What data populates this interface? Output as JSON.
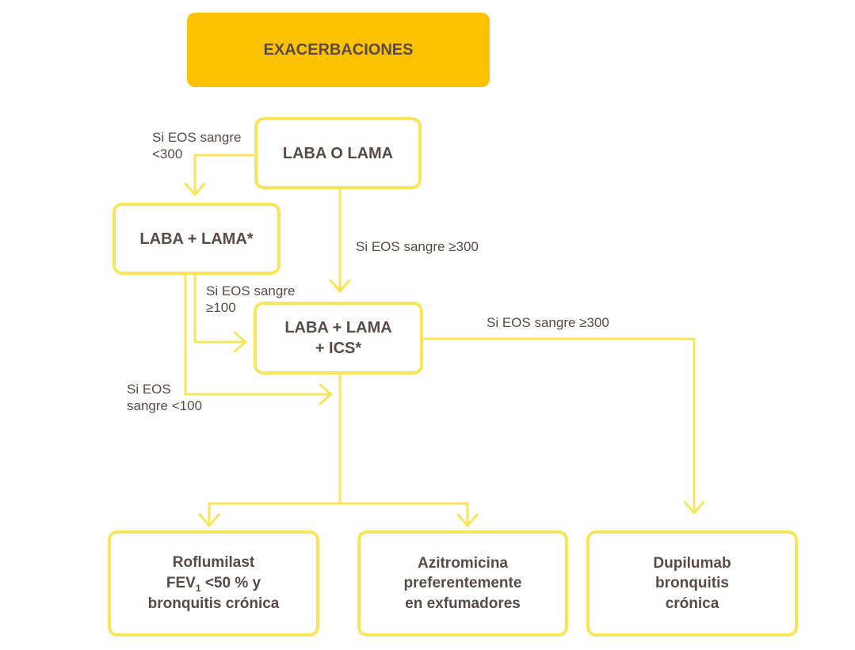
{
  "header": {
    "title": "EXACERBACIONES"
  },
  "nodes": {
    "laba_o_lama": "LABA O LAMA",
    "laba_lama": "LABA + LAMA*",
    "triple": {
      "line1": "LABA + LAMA",
      "line2": "+ ICS*"
    },
    "roflumilast": {
      "line1": "Roflumilast",
      "line2_prefix": "FEV",
      "line2_sub": "1",
      "line2_suffix": " <50 % y",
      "line3": "bronquitis crónica"
    },
    "azitromicina": {
      "line1": "Azitromicina",
      "line2": "preferentemente",
      "line3": "en exfumadores"
    },
    "dupilumab": {
      "line1": "Dupilumab",
      "line2": "bronquitis",
      "line3": "crónica"
    }
  },
  "conditions": {
    "eos_lt300": {
      "line1": "Si EOS sangre",
      "line2": "<300"
    },
    "eos_ge300_a": "Si EOS sangre ≥300",
    "eos_ge100": {
      "line1": "Si EOS sangre",
      "line2": "≥100"
    },
    "eos_ge300_b": "Si EOS sangre ≥300",
    "eos_lt100": {
      "line1": "Si EOS",
      "line2": "sangre <100"
    }
  },
  "colors": {
    "header": "#fcc200",
    "border": "#f9e55a",
    "text": "#5a4a46"
  }
}
